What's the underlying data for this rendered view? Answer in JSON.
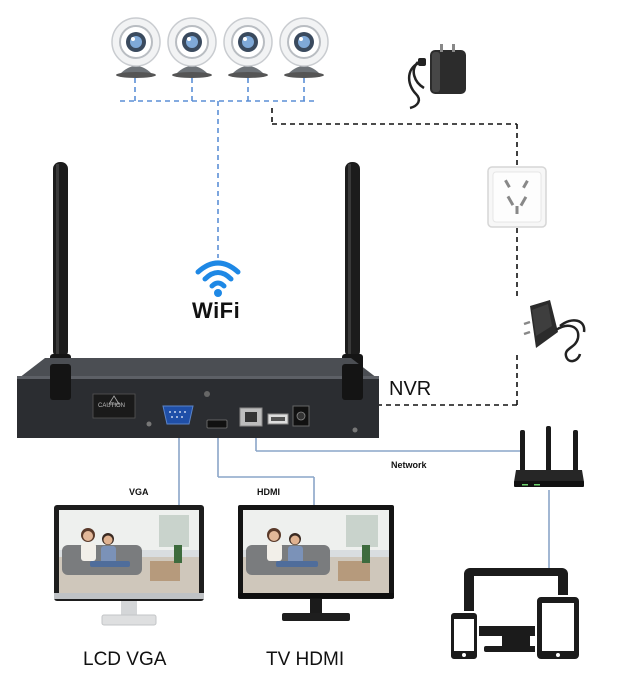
{
  "labels": {
    "wifi": "WiFi",
    "nvr": "NVR",
    "network": "Network",
    "vga_port": "VGA",
    "hdmi_port": "HDMI",
    "lcd_vga": "LCD VGA",
    "tv_hdmi": "TV HDMI",
    "caution": "CAUTION"
  },
  "devices": {
    "cameras": [
      "camera",
      "camera",
      "camera",
      "camera"
    ],
    "icons": [
      "power-adapter-icon",
      "wall-socket-icon",
      "router-icon",
      "multi-device-icon",
      "wifi-icon"
    ]
  },
  "colors": {
    "wifi_blue": "#1e88e5",
    "link_blue": "#5b8fd6",
    "nvr_body": "#2b2d31",
    "dashed_black": "#111111"
  }
}
